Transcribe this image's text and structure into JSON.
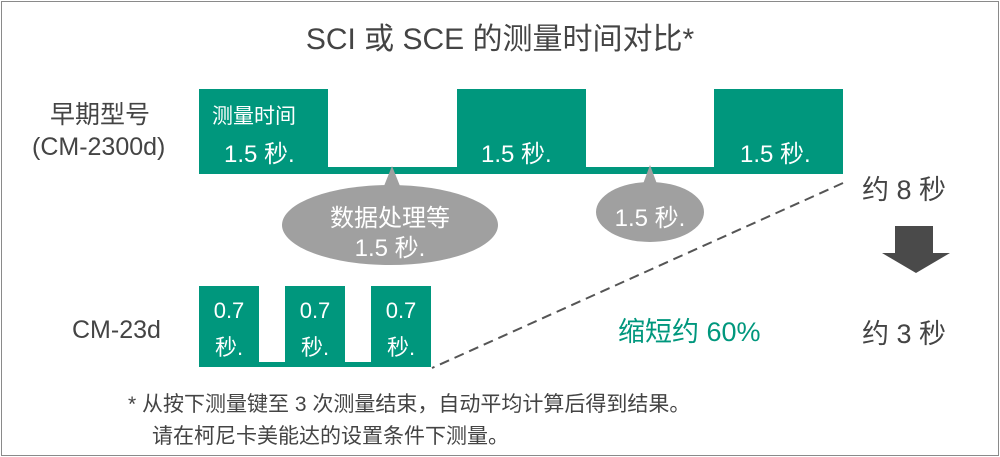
{
  "title": "SCI 或 SCE 的测量时间对比*",
  "colors": {
    "accent": "#00977d",
    "bubble": "#a0a0a0",
    "text": "#444444",
    "arrow": "#4a4a4a"
  },
  "old_model": {
    "label_line1": "早期型号",
    "label_line2": "(CM-2300d)",
    "pulse1_label": "测量时间",
    "pulses": [
      "1.5 秒.",
      "1.5 秒.",
      "1.5 秒."
    ],
    "bubble1_line1": "数据处理等",
    "bubble1_line2": "1.5 秒.",
    "bubble2": "1.5 秒.",
    "total": "约 8 秒"
  },
  "new_model": {
    "label": "CM-23d",
    "pulses": [
      {
        "l1": "0.7",
        "l2": "秒."
      },
      {
        "l1": "0.7",
        "l2": "秒."
      },
      {
        "l1": "0.7",
        "l2": "秒."
      }
    ],
    "total": "约 3 秒"
  },
  "reduction": "缩短约 60%",
  "footnote_line1": "* 从按下测量键至 3 次测量结束，自动平均计算后得到结果。",
  "footnote_line2": "请在柯尼卡美能达的设置条件下测量。"
}
